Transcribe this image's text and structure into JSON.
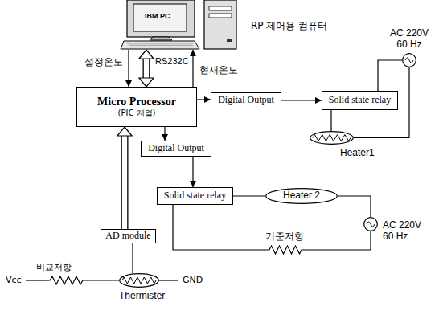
{
  "diagram": {
    "nodes": [
      {
        "text": [
          "IBM PC",
          "RP 제어용 컴퓨터"
        ]
      },
      {
        "text": [
          "Micro Processor",
          "(PIC 계열)"
        ]
      },
      {
        "text": [
          "Digital Output"
        ]
      },
      {
        "text": [
          "Solid state relay"
        ]
      },
      {
        "text": [
          "AC 220V 60 Hz"
        ]
      },
      {
        "text": [
          "Heater1"
        ]
      },
      {
        "text": [
          "Digital Output"
        ]
      },
      {
        "text": [
          "Solid state relay"
        ]
      },
      {
        "text": [
          "Heater 2"
        ]
      },
      {
        "text": [
          "AC 220V 60 Hz"
        ]
      },
      {
        "text": [
          "기준저항"
        ]
      },
      {
        "text": [
          "AD module"
        ]
      },
      {
        "text": [
          "Thermister"
        ]
      }
    ],
    "edges": [
      {
        "from": 0,
        "to": 1,
        "arrow": "to",
        "label": "설정온도"
      },
      {
        "from": 0,
        "to": 1,
        "arrow": "both",
        "label": "RS232C"
      },
      {
        "from": 1,
        "to": 0,
        "arrow": "to",
        "label": "현재온도"
      },
      {
        "from": 1,
        "to": 2,
        "arrow": "to"
      },
      {
        "from": 2,
        "to": 3,
        "arrow": "to"
      },
      {
        "from": 3,
        "to": 4,
        "arrow": "none"
      },
      {
        "from": 3,
        "to": 5,
        "arrow": "none"
      },
      {
        "from": 5,
        "to": 4,
        "arrow": "none"
      },
      {
        "from": 1,
        "to": 6,
        "arrow": "to"
      },
      {
        "from": 6,
        "to": 7,
        "arrow": "to"
      },
      {
        "from": 7,
        "to": 8,
        "arrow": "none"
      },
      {
        "from": 8,
        "to": 9,
        "arrow": "none"
      },
      {
        "from": 9,
        "to": 10,
        "arrow": "none"
      },
      {
        "from": 10,
        "to": 7,
        "arrow": "none"
      },
      {
        "from": 11,
        "to": 1,
        "arrow": "to"
      },
      {
        "from": 12,
        "to": 11,
        "arrow": "none"
      }
    ],
    "labels": [
      "비교저항",
      "Vcc",
      "GND"
    ]
  }
}
